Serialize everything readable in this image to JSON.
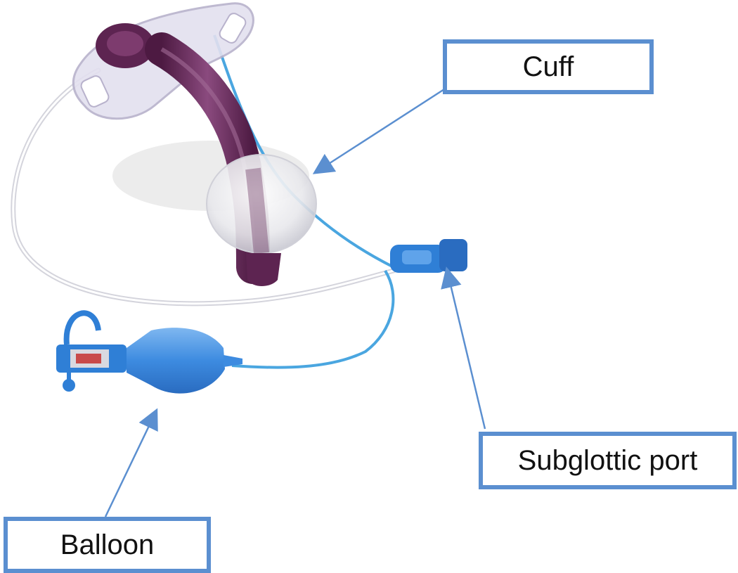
{
  "labels": {
    "cuff": "Cuff",
    "subglottic_port": "Subglottic port",
    "balloon": "Balloon"
  },
  "colors": {
    "callout_border": "#5b8fd0",
    "arrow": "#5b8fd0",
    "tube_purple": "#6e2a5c",
    "connector_blue": "#2f7fd6",
    "flange_clear": "#e3e0ef"
  }
}
